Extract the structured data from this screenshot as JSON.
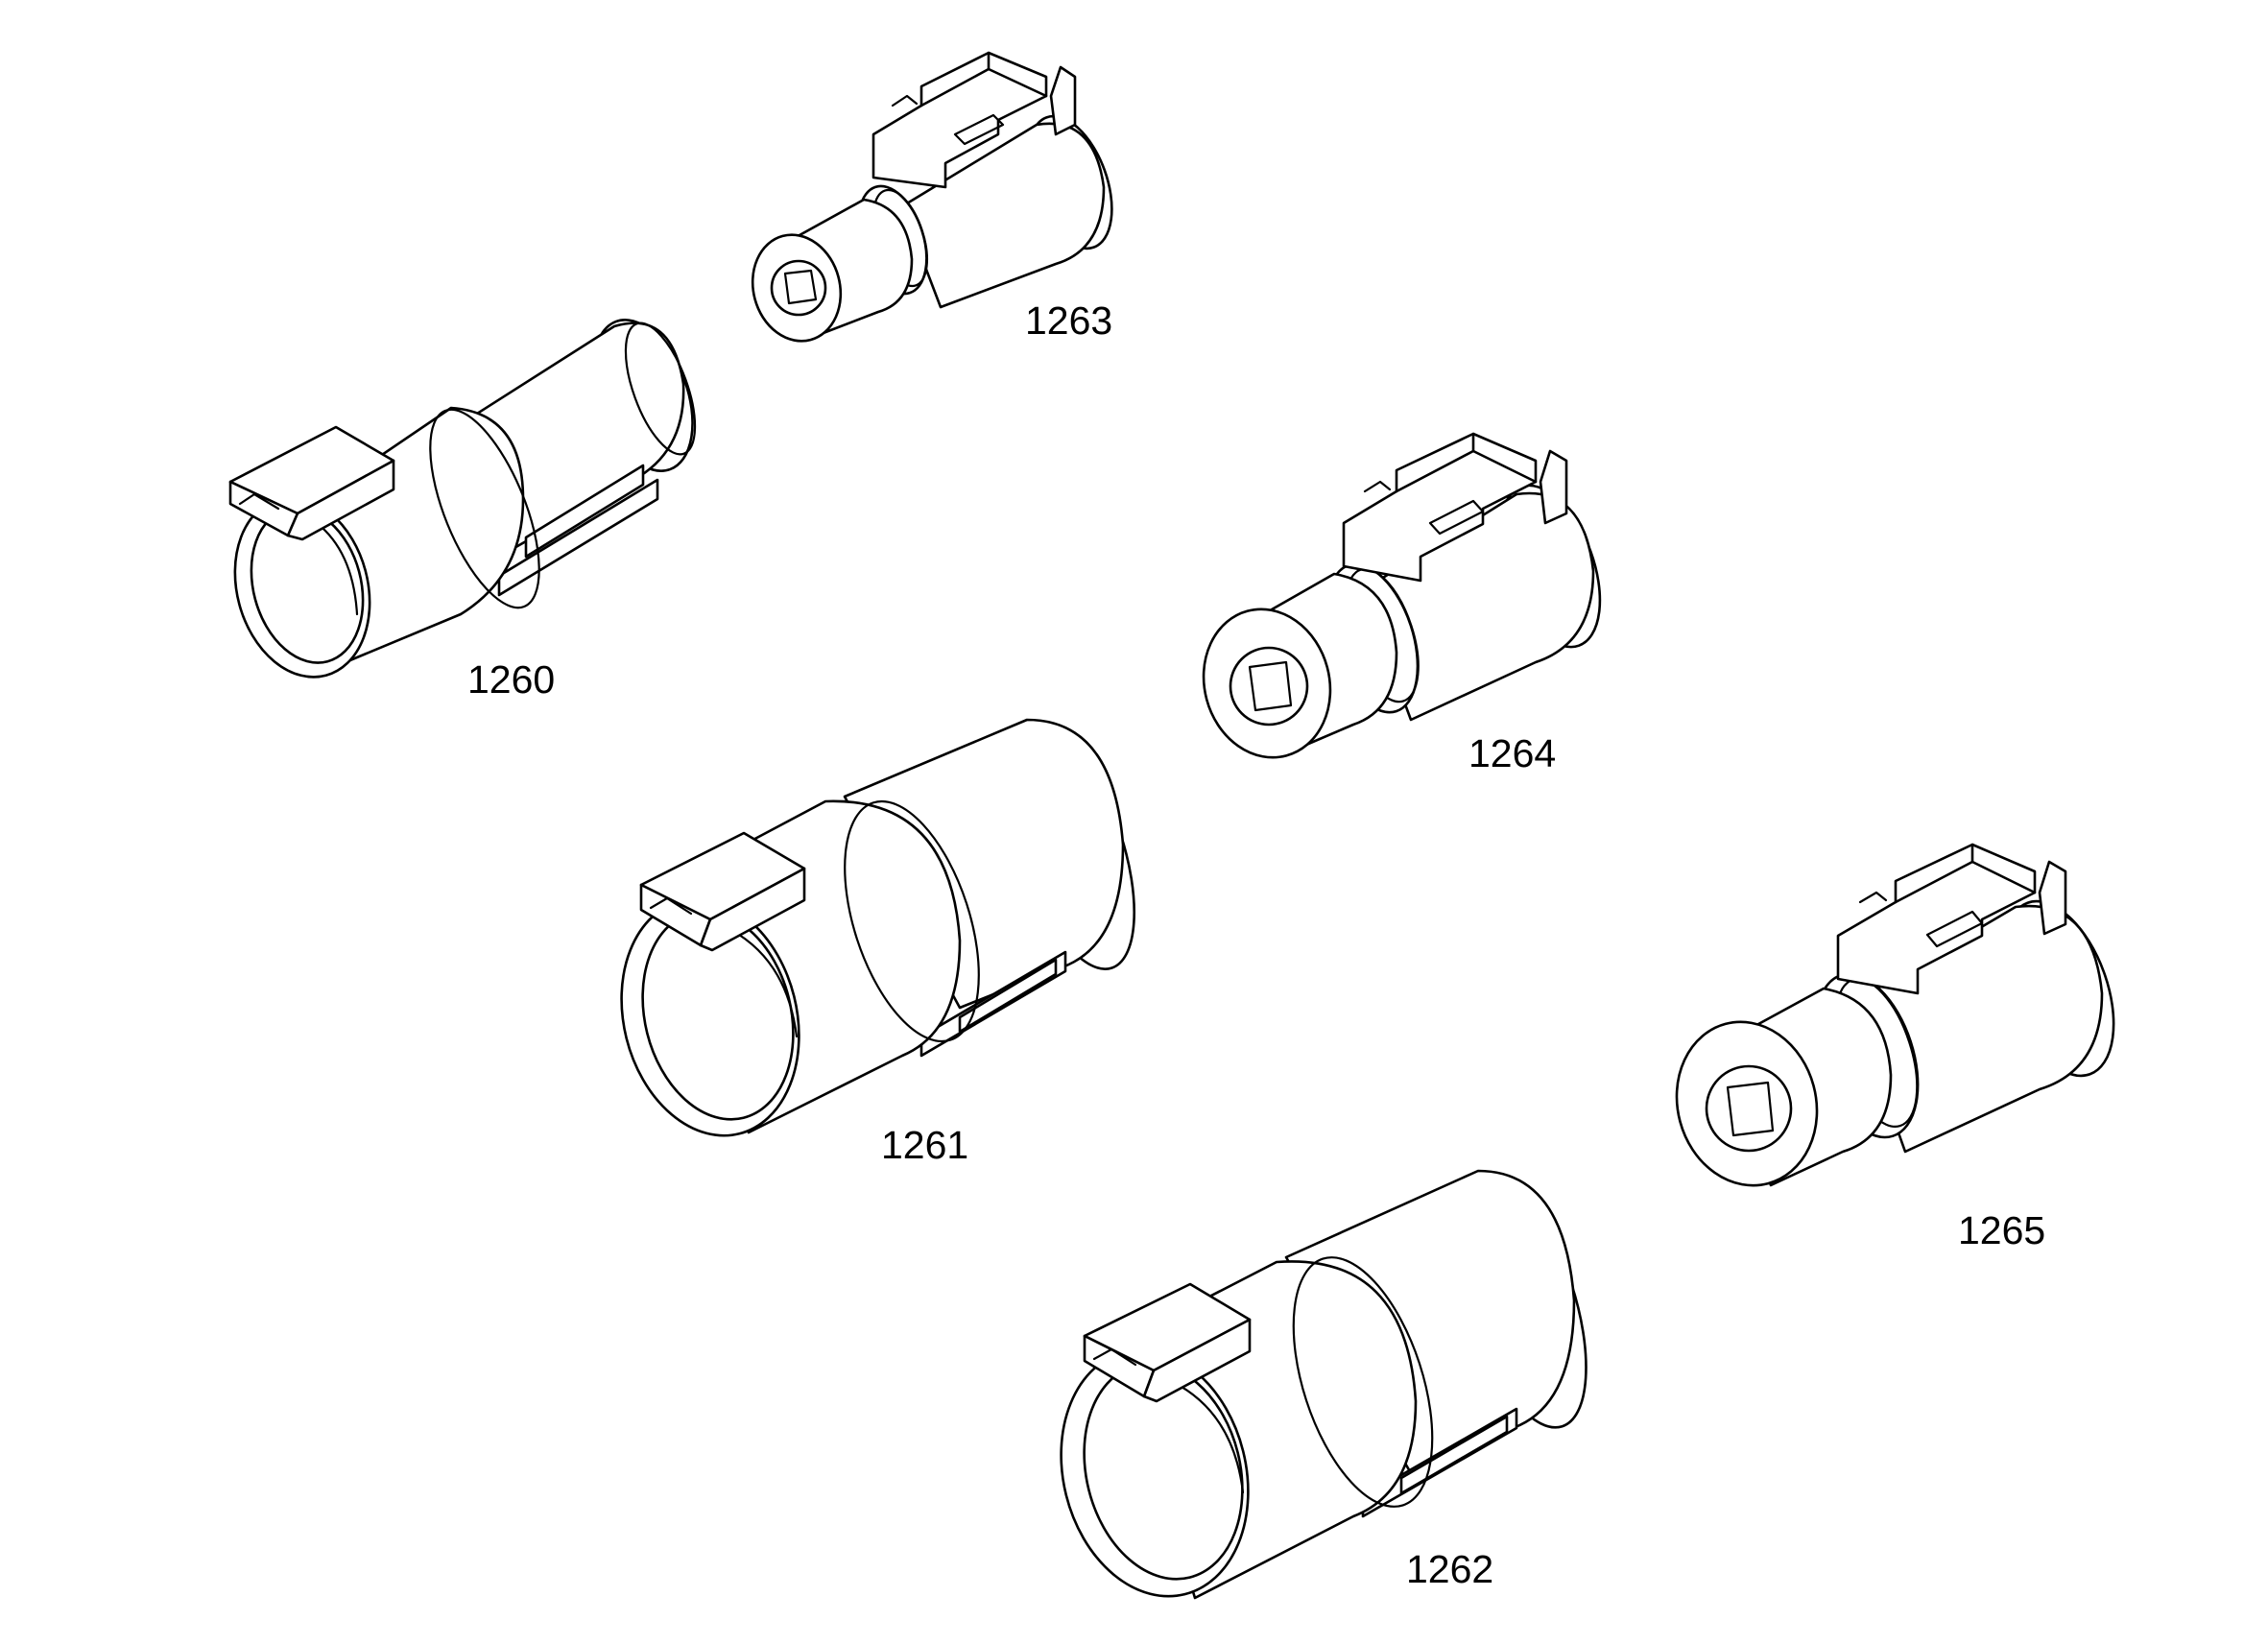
{
  "diagram": {
    "colors": {
      "line": "#000000",
      "background": "#ffffff"
    },
    "parts": [
      {
        "id": "part-1260",
        "label": "1260",
        "kind": "connector-housing-with-latch"
      },
      {
        "id": "part-1261",
        "label": "1261",
        "kind": "connector-housing-with-latch"
      },
      {
        "id": "part-1262",
        "label": "1262",
        "kind": "connector-housing-with-latch"
      },
      {
        "id": "part-1263",
        "label": "1263",
        "kind": "receptacle-with-locking-clip"
      },
      {
        "id": "part-1264",
        "label": "1264",
        "kind": "receptacle-with-locking-clip"
      },
      {
        "id": "part-1265",
        "label": "1265",
        "kind": "receptacle-with-locking-clip"
      }
    ]
  }
}
